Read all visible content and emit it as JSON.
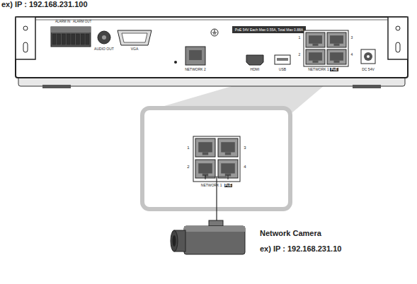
{
  "diagram": {
    "nodes": [
      {
        "text": [
          "NETWORK 1",
          "PoE"
        ]
      },
      {
        "text": [
          "Network Camera",
          "ex) IP : 192.168.231.10"
        ]
      }
    ],
    "edges": [
      {
        "from": 0,
        "to": 1,
        "arrow": "none"
      }
    ],
    "labels": [
      "ex) IP : 192.168.231.100",
      "ALARM IN",
      "ALARM OUT",
      "AUDIO OUT",
      "VGA",
      "PoE 54V Each Max 0.55A, Total Max 0.88A",
      "NETWORK 2",
      "HDMI",
      "USB",
      "1",
      "2",
      "3",
      "4",
      "NETWORK 1",
      "PoE",
      "DC 54V",
      "1",
      "2",
      "3",
      "4"
    ]
  }
}
